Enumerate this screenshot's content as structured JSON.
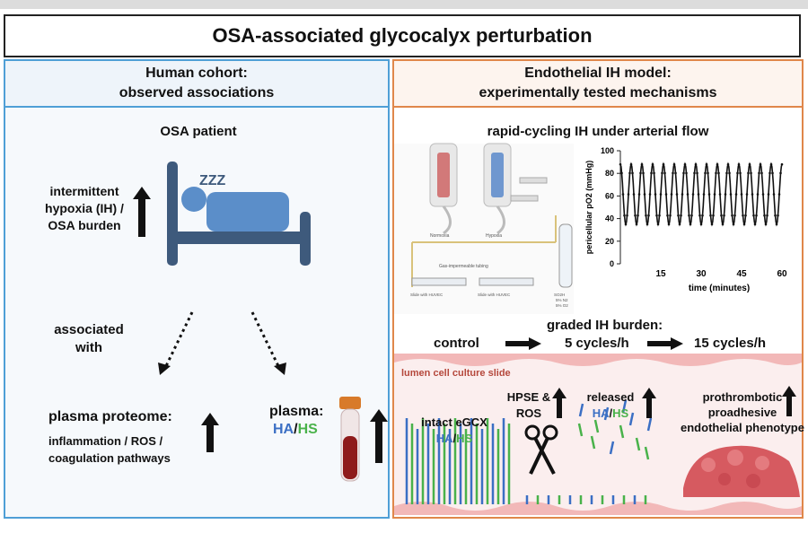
{
  "title": "OSA-associated glycocalyx perturbation",
  "left_panel": {
    "header_line1": "Human cohort:",
    "header_line2": "observed associations",
    "subtitle": "OSA patient",
    "zzz": "ZZZ",
    "ih_line1": "intermittent",
    "ih_line2": "hypoxia (IH) /",
    "ih_line3": "OSA burden",
    "assoc_line1": "associated",
    "assoc_line2": "with",
    "proteome_title": "plasma proteome:",
    "proteome_line1": "inflammation / ROS /",
    "proteome_line2": "coagulation pathways",
    "plasma_label": "plasma:",
    "ha": "HA",
    "slash": "/",
    "hs": "HS"
  },
  "right_panel": {
    "header_line1": "Endothelial IH model:",
    "header_line2": "experimentally tested mechanisms",
    "subtitle": "rapid-cycling IH under arterial flow",
    "apparatus_labels": {
      "normoxia": "Normoxia",
      "hypoxia": "Hypoxia",
      "tubing": "Gas-impermeable tubing",
      "slide1": "Slide with HUVEC",
      "slide2": "Slide with HUVEC",
      "gas1": "SO2H",
      "gas2": "5% N2",
      "gas3": "5% O2"
    },
    "graded_label": "graded IH burden:",
    "control": "control",
    "cycles5": "5 cycles/h",
    "cycles15": "15 cycles/h",
    "lumen": "lumen cell culture slide",
    "hpse1": "HPSE &",
    "hpse2": "ROS",
    "released": "released",
    "intact": "intact eGCX",
    "proth1": "prothrombotic",
    "proth2": "proadhesive",
    "proth3": "endothelial phenotype",
    "ha": "HA",
    "slash": "/",
    "hs": "HS"
  },
  "colors": {
    "left_border": "#4f9fd6",
    "right_border": "#e0874a",
    "ha": "#3b6fc4",
    "hs": "#49b24a",
    "endothelium": "#f2b8b8"
  },
  "chart_data": {
    "type": "line",
    "title": "",
    "xlabel": "time (minutes)",
    "ylabel": "pericellular pO2 (mmHg)",
    "xlim": [
      0,
      60
    ],
    "ylim": [
      0,
      100
    ],
    "xticks": [
      15,
      30,
      45,
      60
    ],
    "yticks": [
      0,
      20,
      40,
      60,
      80,
      100
    ],
    "series": [
      {
        "period_minutes": 4,
        "peaks_mmHg": 88,
        "troughs_mmHg": 35,
        "first_peak_mmHg": 92
      }
    ]
  }
}
